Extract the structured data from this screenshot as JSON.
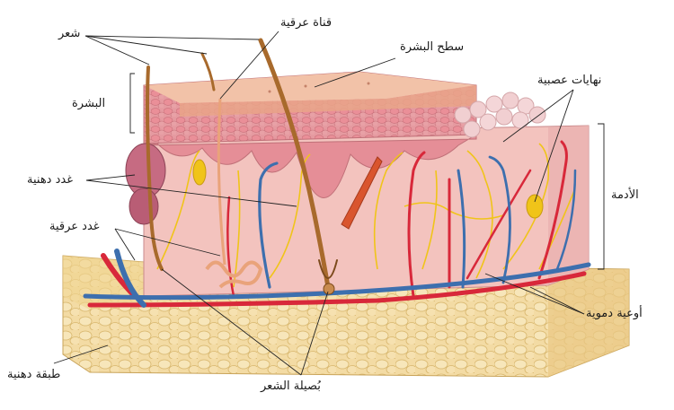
{
  "labels": {
    "hair": "شعر",
    "sweat_duct": "قناة عرقية",
    "skin_surface": "سطح البشرة",
    "nerve_endings": "نهايات عصبية",
    "epidermis": "البشرة",
    "sebaceous_glands": "غدد دهنية",
    "dermis": "الأدمة",
    "sweat_glands": "غدد عرقية",
    "blood_vessels": "أوعية دموية",
    "fat_layer": "طبقة دهنية",
    "hair_follicle": "بُصيلة الشعر"
  },
  "colors": {
    "fat": "#f1d79c",
    "epidermis": "#e7949a",
    "dermis": "#f3c3be",
    "artery": "#d8283a",
    "vein": "#3d6fae",
    "nerve": "#f0c419",
    "hair": "#a86a2c",
    "gland": "#c66b82",
    "muscle": "#d9552e"
  }
}
